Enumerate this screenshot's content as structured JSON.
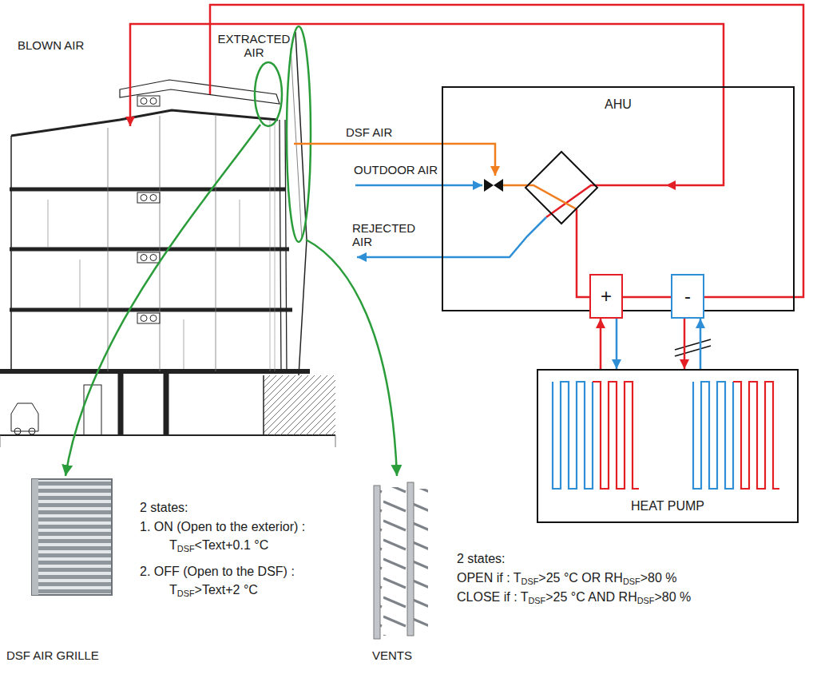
{
  "diagram": {
    "nodes": [
      {
        "text": [
          "AHU"
        ]
      },
      {
        "text": [
          "+"
        ],
        "in": 0
      },
      {
        "text": [
          "-"
        ],
        "in": 0
      },
      {
        "text": [
          "HEAT PUMP"
        ]
      }
    ],
    "edges": [
      {
        "from": 3,
        "to": 1,
        "arrow": "to"
      },
      {
        "from": 1,
        "to": 3,
        "arrow": "to"
      },
      {
        "from": 1,
        "to": 2,
        "arrow": "none"
      },
      {
        "from": 2,
        "to": 3,
        "arrow": "to"
      },
      {
        "from": 3,
        "to": 2,
        "arrow": "to"
      }
    ],
    "labels": [
      "BLOWN AIR",
      "EXTRACTED AIR",
      "DSF AIR",
      "OUTDOOR AIR",
      "REJECTED AIR",
      "2 states:",
      "1. ON (Open to the exterior) :",
      "TDSF<Text+0.1 °C",
      "2. OFF (Open to the DSF) :",
      "TDSF>Text+2 °C",
      "2 states:",
      "OPEN if : TDSF>25 °C OR RHDSF>80 %",
      "CLOSE if : TDSF>25 °C AND RHDSF>80 %",
      "DSF AIR GRILLE",
      "VENTS"
    ]
  }
}
